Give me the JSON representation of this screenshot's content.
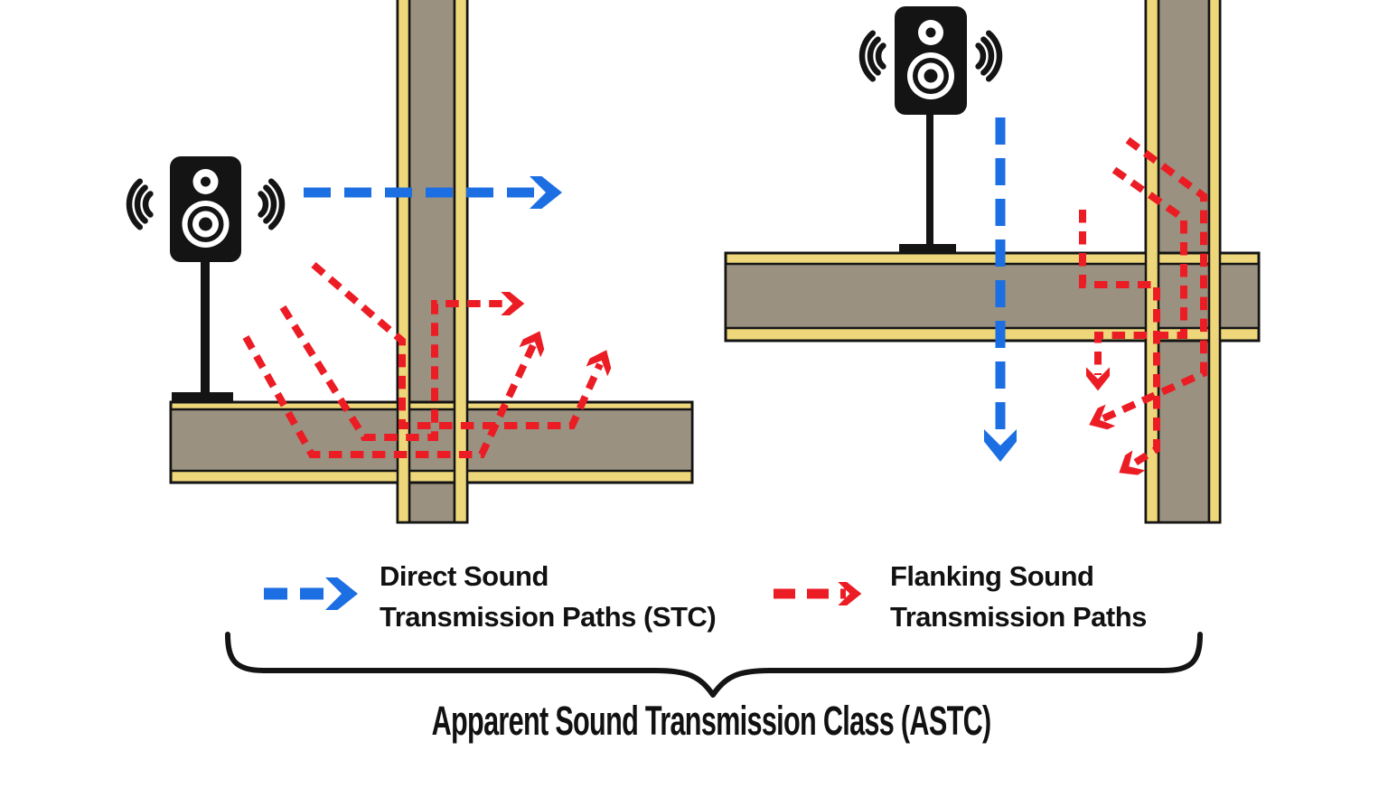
{
  "legend": {
    "direct": {
      "line1": "Direct Sound",
      "line2": "Transmission Paths (STC)"
    },
    "flanking": {
      "line1": "Flanking Sound",
      "line2": "Transmission Paths"
    }
  },
  "caption": "Apparent Sound Transmission Class (ASTC)",
  "icons": {
    "left_speaker": "loudspeaker-with-sound-waves-icon",
    "right_speaker": "loudspeaker-with-sound-waves-icon",
    "direct_arrow": "blue-dashed-chevron-arrow",
    "flanking_arrow": "red-dashed-chevron-arrow",
    "brace": "horizontal-curly-brace"
  },
  "colors": {
    "direct": "#1c6fe2",
    "flanking": "#ec1c24",
    "sheathing": "#eed77b",
    "core": "#9a9180",
    "outline": "#141414",
    "text": "#111111",
    "bg": "#ffffff"
  }
}
